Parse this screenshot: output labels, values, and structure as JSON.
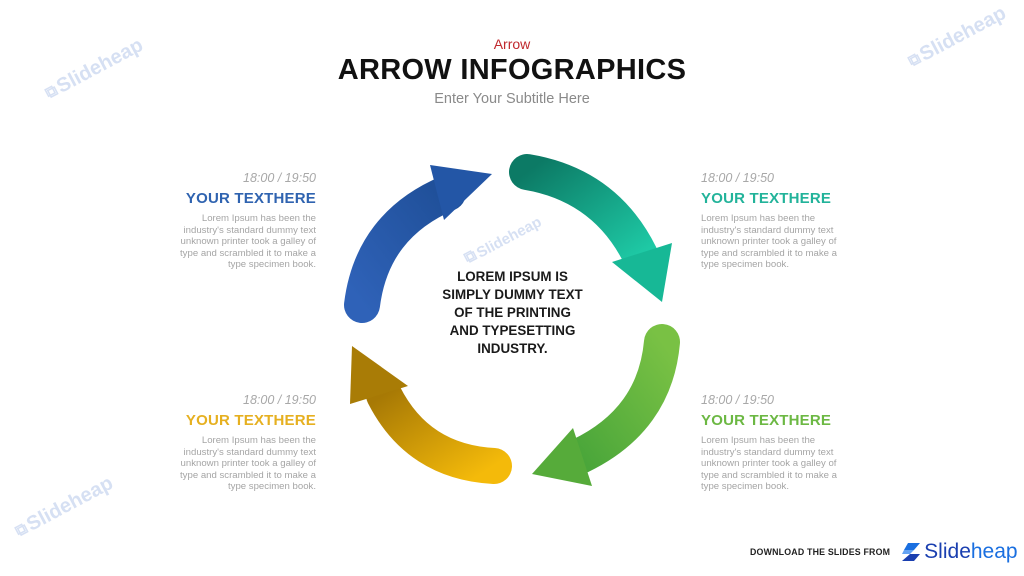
{
  "header": {
    "kicker": "Arrow",
    "title": "ARROW INFOGRAPHICS",
    "subtitle": "Enter Your Subtitle Here"
  },
  "center": {
    "text": "LOREM IPSUM IS SIMPLY DUMMY TEXT OF THE PRINTING AND TYPESETTING INDUSTRY."
  },
  "blocks": [
    {
      "position": "top-left",
      "time": "18:00 / 19:50",
      "heading": "YOUR TEXTHERE",
      "color": "#2f63b0",
      "body": "Lorem Ipsum has been the industry's standard dummy text unknown printer took a galley of type and scrambled it to make a type specimen book."
    },
    {
      "position": "top-right",
      "time": "18:00 / 19:50",
      "heading": "YOUR TEXTHERE",
      "color": "#22b39a",
      "body": "Lorem Ipsum has been the industry's standard dummy text unknown printer took a galley of type and scrambled it to make a type specimen book."
    },
    {
      "position": "bottom-left",
      "time": "18:00 / 19:50",
      "heading": "YOUR TEXTHERE",
      "color": "#e6b020",
      "body": "Lorem Ipsum has been the industry's standard dummy text unknown printer took a galley of type and scrambled it to make a type specimen book."
    },
    {
      "position": "bottom-right",
      "time": "18:00 / 19:50",
      "heading": "YOUR TEXTHERE",
      "color": "#6cb843",
      "body": "Lorem Ipsum has been the industry's standard dummy text unknown printer took a galley of type and scrambled it to make a type specimen book."
    }
  ],
  "arrows": [
    {
      "name": "blue",
      "from": "#1f4e99",
      "to": "#2f6fc8"
    },
    {
      "name": "teal",
      "from": "#0d7a66",
      "to": "#1ec8a4"
    },
    {
      "name": "green",
      "from": "#4da83a",
      "to": "#78c043"
    },
    {
      "name": "gold",
      "from": "#a87a06",
      "to": "#f2b80a"
    }
  ],
  "watermark": {
    "text": "Slideheap"
  },
  "footer": {
    "label": "DOWNLOAD THE SLIDES FROM",
    "brand_a": "Slide",
    "brand_b": "heap"
  }
}
